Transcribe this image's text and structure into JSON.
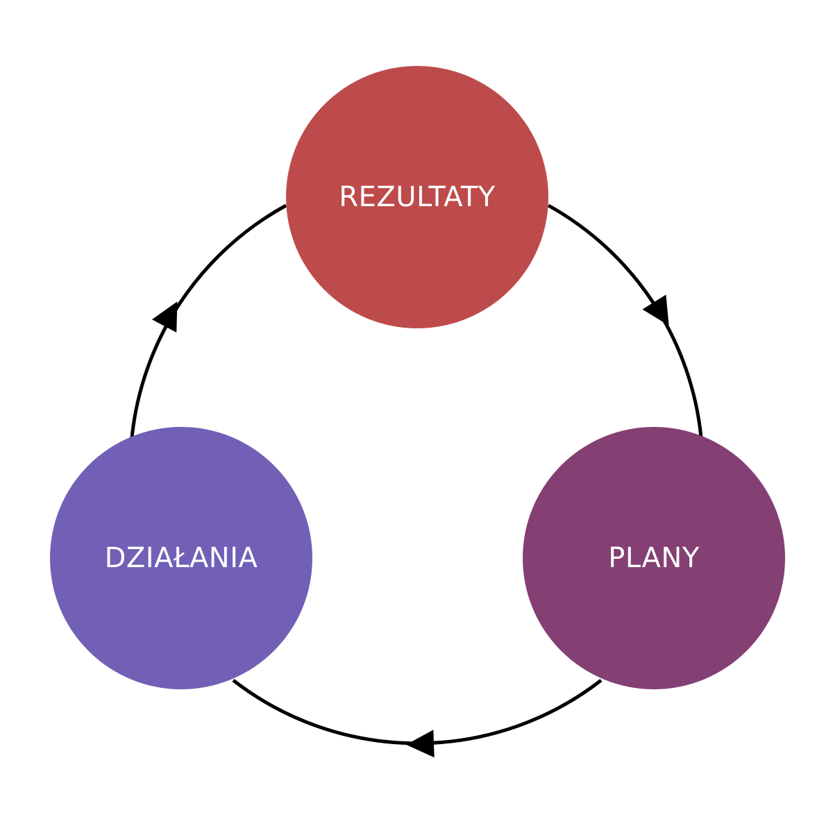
{
  "nodes": [
    {
      "id": "rezultaty",
      "label": "REZULTATY",
      "color": "#be4b4b"
    },
    {
      "id": "plany",
      "label": "PLANY",
      "color": "#843f73"
    },
    {
      "id": "dzialania",
      "label": "DZIAŁANIA",
      "color": "#7160b6"
    }
  ],
  "edges": [
    {
      "from": "rezultaty",
      "to": "plany"
    },
    {
      "from": "plany",
      "to": "dzialania"
    },
    {
      "from": "dzialania",
      "to": "rezultaty"
    }
  ],
  "edge_color": "#000000",
  "background": "#ffffff"
}
